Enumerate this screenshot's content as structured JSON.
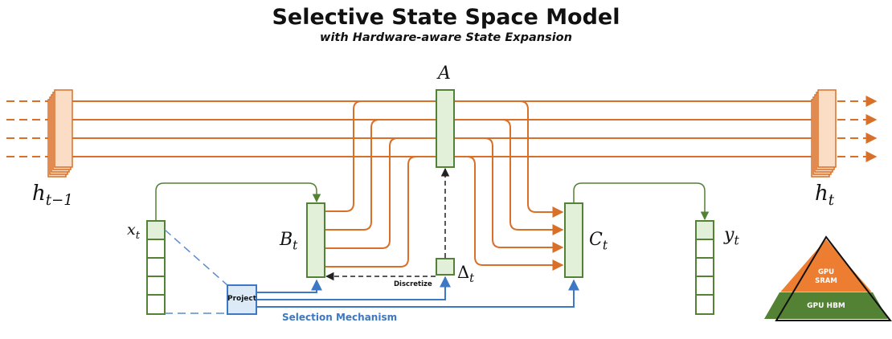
{
  "title": "Selective State Space Model",
  "subtitle": "with Hardware-aware State Expansion",
  "labels": {
    "h_prev": {
      "base": "h",
      "sub": "t−1"
    },
    "h_next": {
      "base": "h",
      "sub": "t"
    },
    "A": "A",
    "x": {
      "base": "x",
      "sub": "t"
    },
    "B": {
      "base": "B",
      "sub": "t"
    },
    "C": {
      "base": "C",
      "sub": "t"
    },
    "y": {
      "base": "y",
      "sub": "t"
    },
    "delta": {
      "base": "Δ",
      "sub": "t"
    }
  },
  "project": "Project",
  "discretize": "Discretize",
  "selection_mechanism": "Selection Mechanism",
  "pyramid": {
    "top": [
      "GPU",
      "SRAM"
    ],
    "bottom": "GPU HBM"
  },
  "colors": {
    "orange": "#d9702a",
    "green": "#538135",
    "green_fill": "#e2efd9",
    "blue": "#3c78c3",
    "blue_fill": "#dce9f7",
    "state_fill": "#fbdcc4",
    "pyramid_top": "#ed7d31",
    "pyramid_bottom": "#548235"
  }
}
